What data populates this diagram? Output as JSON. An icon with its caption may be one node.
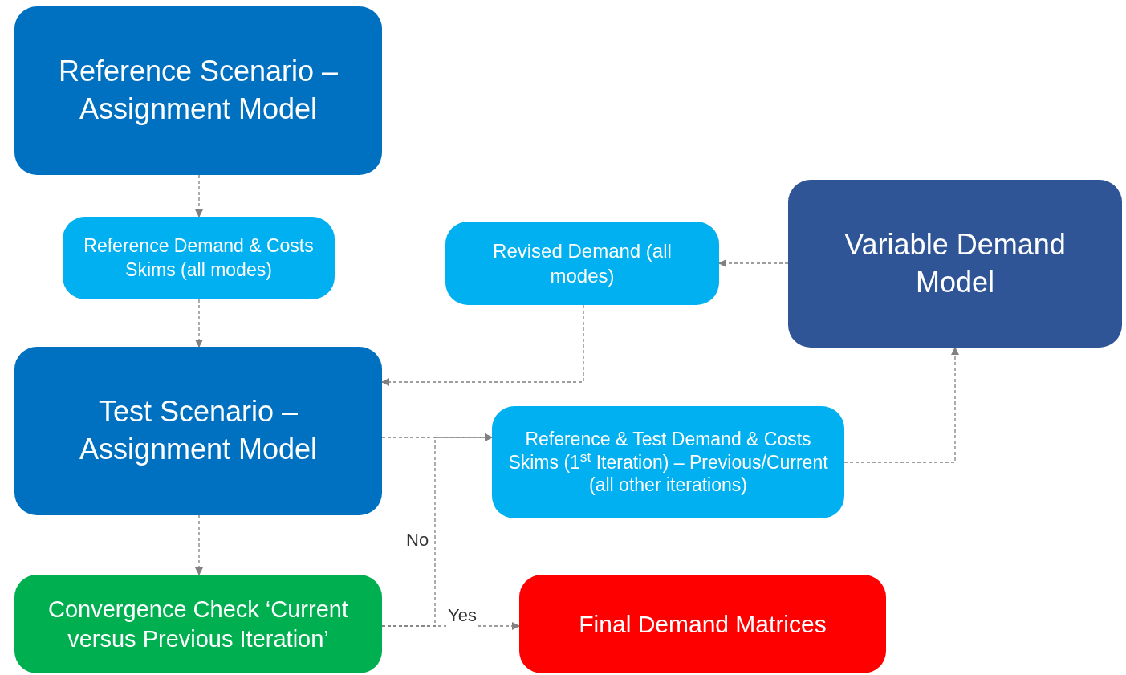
{
  "diagram": {
    "nodes": [
      {
        "text": [
          "Reference Scenario – Assignment Model"
        ]
      },
      {
        "text": [
          "Reference Demand & Costs Skims (all modes)"
        ]
      },
      {
        "text": [
          "Revised Demand (all modes)"
        ]
      },
      {
        "text": [
          "Variable Demand Model"
        ]
      },
      {
        "text": [
          "Test Scenario – Assignment Model"
        ]
      },
      {
        "text": [
          "Reference & Test Demand & Costs Skims (1$^{st}$ Iteration) – Previous/Current (all other iterations)"
        ]
      },
      {
        "text": [
          "Convergence Check ‘Current versus Previous Iteration’"
        ]
      },
      {
        "text": [
          "Final Demand Matrices"
        ]
      }
    ],
    "edges": [
      {
        "from": 0,
        "to": 1,
        "arrow": "to",
        "style": "dashed"
      },
      {
        "from": 1,
        "to": 4,
        "arrow": "to",
        "style": "dashed"
      },
      {
        "from": 3,
        "to": 2,
        "arrow": "to",
        "style": "dashed"
      },
      {
        "from": 2,
        "to": 4,
        "arrow": "to",
        "style": "dashed"
      },
      {
        "from": 4,
        "to": 5,
        "arrow": "to",
        "style": "dashed"
      },
      {
        "from": 5,
        "to": 3,
        "arrow": "to",
        "style": "dashed"
      },
      {
        "from": 4,
        "to": 6,
        "arrow": "to",
        "style": "dashed"
      },
      {
        "from": 6,
        "to": 5,
        "arrow": "to",
        "style": "dashed",
        "label": "No"
      },
      {
        "from": 6,
        "to": 7,
        "arrow": "to",
        "style": "dashed",
        "label": "Yes"
      }
    ]
  }
}
